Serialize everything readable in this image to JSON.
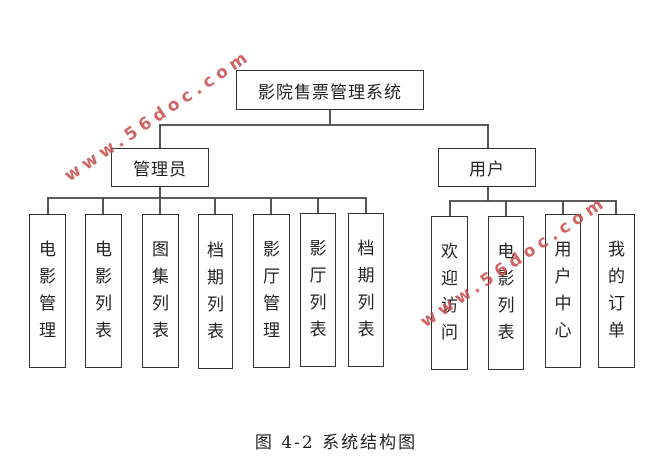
{
  "diagram": {
    "root": {
      "label": "影院售票管理系统"
    },
    "branches": [
      {
        "label": "管理员",
        "children": [
          "电影管理",
          "电影列表",
          "图集列表",
          "档期列表",
          "影厅管理",
          "影厅列表",
          "档期列表"
        ]
      },
      {
        "label": "用户",
        "children": [
          "欢迎访问",
          "电影列表",
          "用户中心",
          "我的订单"
        ]
      }
    ]
  },
  "caption": "图 4-2  系统结构图",
  "watermark": "www.56doc.com"
}
